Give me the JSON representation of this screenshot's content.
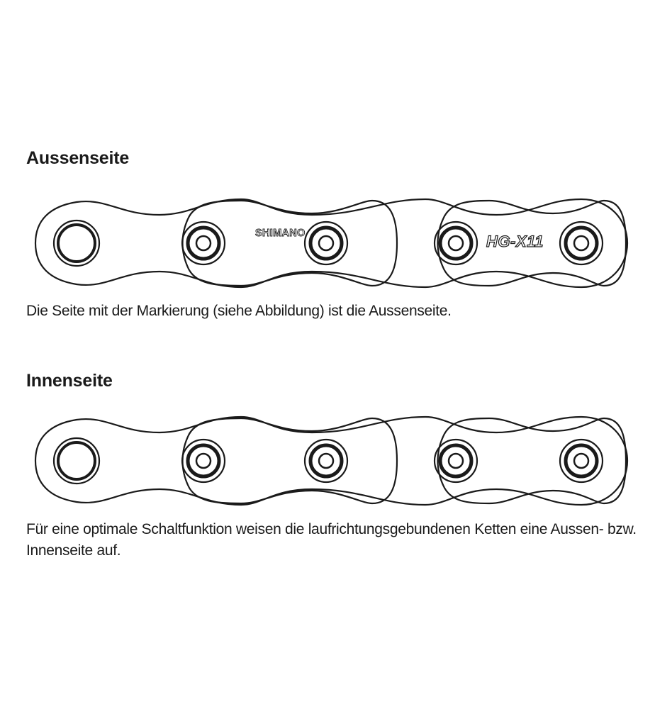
{
  "outer_side": {
    "heading": "Aussenseite",
    "marking_brand": "SHIMANO",
    "marking_model": "HG-X11",
    "caption": "Die Seite mit der Markierung (siehe Abbildung) ist die Aussenseite."
  },
  "inner_side": {
    "heading": "Innenseite",
    "caption": "Für eine optimale Schaltfunktion weisen die laufrichtungsgebundenen Ketten eine Aussen- bzw. Innenseite auf."
  },
  "colors": {
    "ink": "#1a1a1a",
    "background": "#ffffff"
  }
}
